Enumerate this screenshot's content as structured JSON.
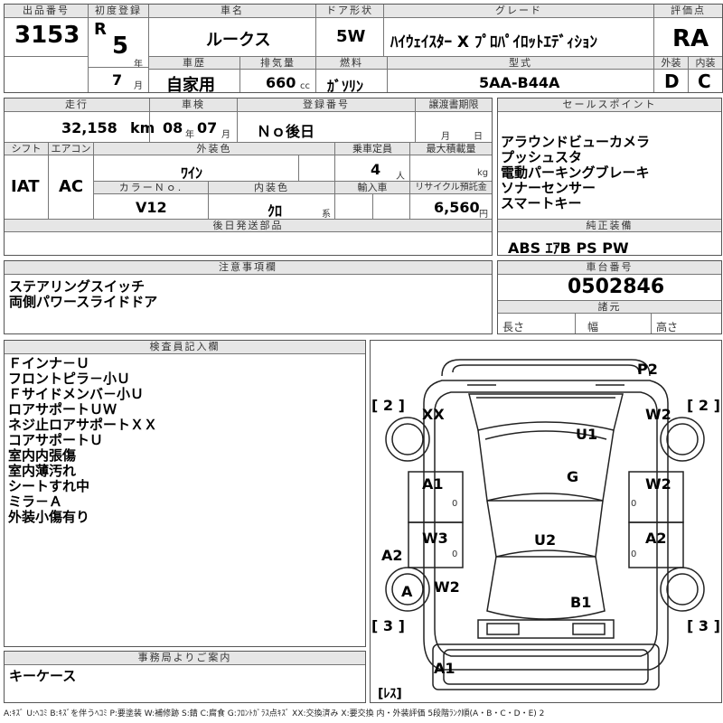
{
  "header": {
    "lot_label": "出品番号",
    "lot_no": "3153",
    "reg_label": "初度登録",
    "era": "R",
    "year": "5",
    "year_unit": "年",
    "month": "7",
    "month_unit": "月",
    "car_label": "車名",
    "car_name": "ルークス",
    "door_label": "ドア形状",
    "door": "5W",
    "grade_label": "グレード",
    "grade": "ﾊｲｳｪｲｽﾀｰ X ﾌﾟﾛﾊﾟｲﾛｯﾄｴﾃﾞｨｼｮﾝ",
    "score_label": "評価点",
    "score": "RA",
    "history_label": "車歴",
    "history": "自家用",
    "disp_label": "排気量",
    "disp": "660",
    "disp_unit": "cc",
    "fuel_label": "燃料",
    "fuel": "ｶﾞｿﾘﾝ",
    "model_label": "型式",
    "model": "5AA-B44A",
    "ext_label": "外装",
    "ext": "D",
    "int_label": "内装",
    "int": "C"
  },
  "row2": {
    "mileage_label": "走行",
    "mileage": "32,158",
    "mileage_unit": "km",
    "inspect_label": "車検",
    "inspect_y": "08",
    "y_unit": "年",
    "inspect_m": "07",
    "m_unit": "月",
    "plate_label": "登録番号",
    "plate": "Ｎｏ後日",
    "transfer_label": "譲渡書期限",
    "t_month": "月",
    "t_day": "日",
    "shift_label": "シフト",
    "shift": "IAT",
    "ac_label": "エアコン",
    "ac": "AC",
    "color_label": "外装色",
    "color": "ﾜｲﾝ",
    "seat_label": "乗車定員",
    "seats": "4",
    "seat_unit": "人",
    "load_label": "最大積載量",
    "load_unit": "kg",
    "colorno_label": "カラーＮｏ.",
    "colorno": "V12",
    "intcolor_label": "内装色",
    "intcolor": "ｸﾛ",
    "intcolor_unit": "系",
    "import_label": "輸入車",
    "recycle_label": "リサイクル預託金",
    "recycle": "6,560",
    "recycle_unit": "円",
    "later_label": "後日発送部品"
  },
  "sales": {
    "label": "セールスポイント",
    "items": [
      "アラウンドビューカメラ",
      "プッシュスタ",
      "電動パーキングブレーキ",
      "ソナーセンサー",
      "スマートキー"
    ]
  },
  "equip": {
    "label": "純正装備",
    "value": "ABS ｴｱB PS PW"
  },
  "notes": {
    "label": "注意事項欄",
    "items": [
      "ステアリングスイッチ",
      "両側パワースライドドア"
    ]
  },
  "chassis": {
    "label": "車台番号",
    "value": "0502846",
    "dims_label": "諸元",
    "len": "長さ",
    "wid": "幅",
    "hei": "高さ"
  },
  "inspector": {
    "label": "検査員記入欄",
    "items": [
      "Ｆインナ－Ｕ",
      "フロントピラ－小Ｕ",
      "Ｆサイドメンバ－小Ｕ",
      "ロアサポートＵＷ",
      "ネジ止ロアサポートＸＸ",
      "コアサポートＵ",
      "室内内張傷",
      "室内薄汚れ",
      "シートすれ中",
      "ミラ－Ａ",
      "外装小傷有り"
    ]
  },
  "office": {
    "label": "事務局よりご案内",
    "value": "キーケース"
  },
  "diagram": {
    "marks": [
      "P2",
      "XX",
      "U1",
      "W2",
      "G",
      "A1",
      "W2",
      "W3",
      "A2",
      "U2",
      "A2",
      "W2",
      "A",
      "B1",
      "A1"
    ],
    "zeros": [
      "0",
      "0",
      "0",
      "0"
    ],
    "count_left_top": "[ 2 ]",
    "count_right_top": "[ 2 ]",
    "count_left_bot": "[ 3 ]",
    "count_right_bot": "[ 3 ]",
    "tire_note": "[ﾚｽ]"
  },
  "legend": "A:ｷｽﾞ U:ﾍｺﾐ B:ｷｽﾞを伴うﾍｺﾐ P:要塗装 W:補修跡 S:錆 C:腐食 G:ﾌﾛﾝﾄｶﾞﾗｽ点ｷｽﾞ XX:交換済み X:要交換 内・外装評価 5段階ﾗﾝｸ順(A・B・C・D・E) 2"
}
